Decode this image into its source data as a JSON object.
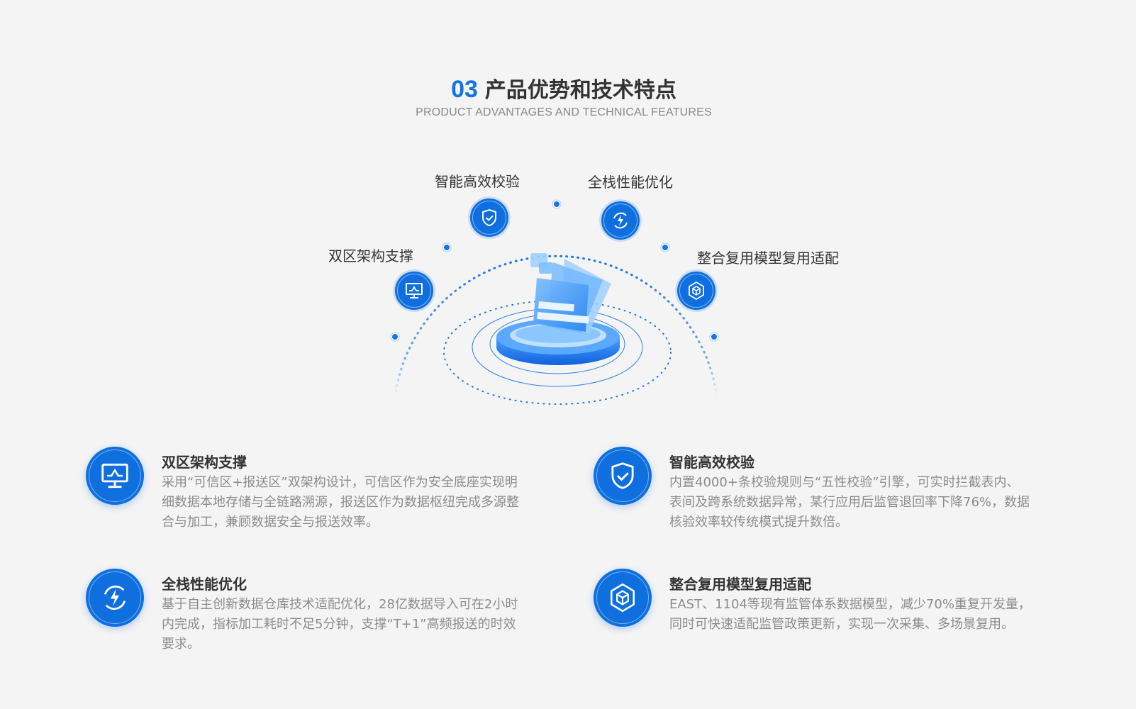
{
  "header": {
    "number": "03",
    "title": "产品优势和技术特点",
    "subtitle": "PRODUCT ADVANTAGES AND TECHNICAL FEATURES"
  },
  "diagram": {
    "nodes": [
      {
        "label": "双区架构支撑",
        "icon": "monitor-icon"
      },
      {
        "label": "智能高效校验",
        "icon": "shield-check-icon"
      },
      {
        "label": "全栈性能优化",
        "icon": "lightning-refresh-icon"
      },
      {
        "label": "整合复用模型复用适配",
        "icon": "cube-icon"
      }
    ]
  },
  "features": [
    {
      "title": "双区架构支撑",
      "icon": "monitor-icon",
      "desc": "采用“可信区+报送区”双架构设计，可信区作为安全底座实现明细数据本地存储与全链路溯源，报送区作为数据枢纽完成多源整合与加工，兼顾数据安全与报送效率。"
    },
    {
      "title": "智能高效校验",
      "icon": "shield-check-icon",
      "desc": "内置4000+条校验规则与“五性校验”引擎，可实时拦截表内、表间及跨系统数据异常，某行应用后监管退回率下降76%，数据核验效率较传统模式提升数倍。"
    },
    {
      "title": "全栈性能优化",
      "icon": "lightning-refresh-icon",
      "desc": "基于自主创新数据仓库技术适配优化，28亿数据导入可在2小时内完成，指标加工耗时不足5分钟，支撑“T+1”高频报送的时效要求。"
    },
    {
      "title": "整合复用模型复用适配",
      "icon": "cube-icon",
      "desc": "EAST、1104等现有监管体系数据模型，减少70%重复开发量，同时可快速适配监管政策更新，实现一次采集、多场景复用。"
    }
  ],
  "colors": {
    "accent": "#0f6fdf",
    "title": "#333333",
    "text": "#8c8c8c",
    "background": "#f4f4f4"
  }
}
